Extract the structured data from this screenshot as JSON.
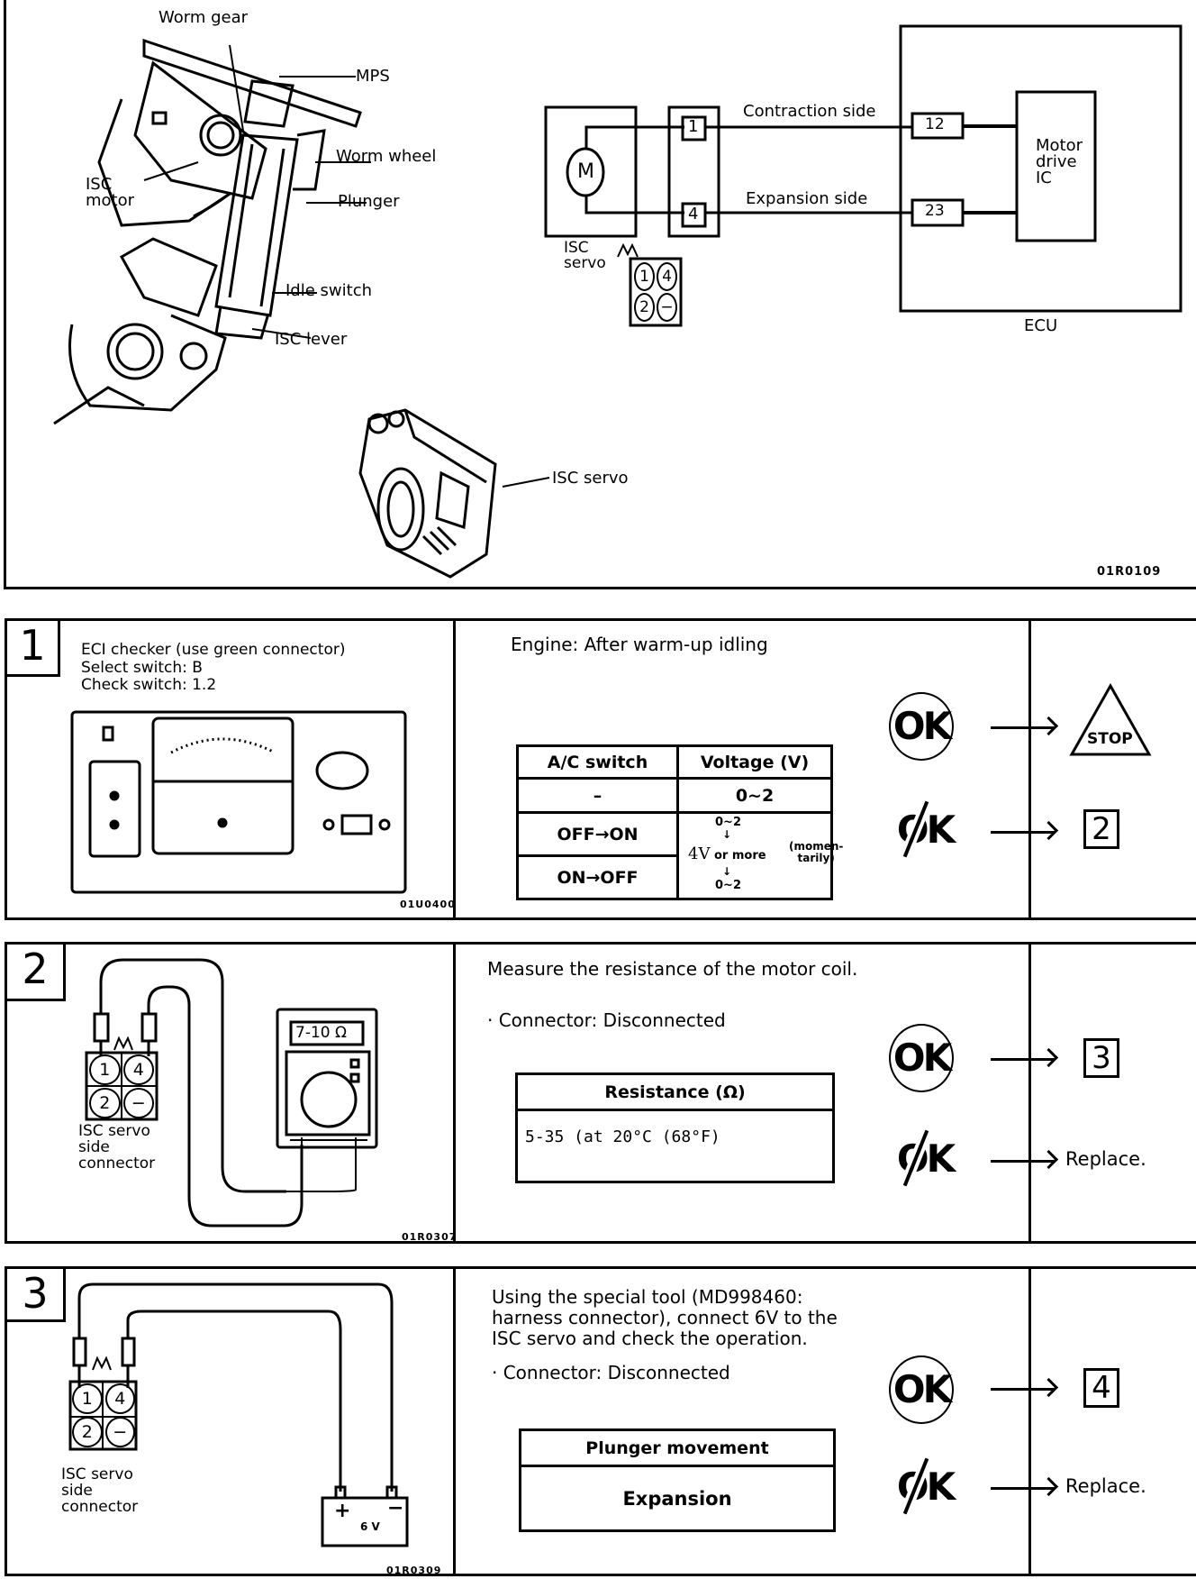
{
  "figure": {
    "code": "01R0109",
    "isc_cutaway_labels": {
      "worm_gear": "Worm gear",
      "mps": "MPS",
      "worm_wheel": "Worm wheel",
      "isc_motor": "ISC\nmotor",
      "plunger": "Plunger",
      "idle_switch": "Idle switch",
      "isc_lever": "ISC lever"
    },
    "isc_servo_label": "ISC servo",
    "circuit": {
      "motor_symbol": "M",
      "servo_label": "ISC\nservo",
      "terminal_1": "1",
      "terminal_4": "4",
      "contraction_label": "Contraction side",
      "expansion_label": "Expansion side",
      "ecu_terminal_12": "12",
      "ecu_terminal_23": "23",
      "ic_label": "Motor\ndrive\nIC",
      "ecu_label": "ECU",
      "connector_mark": "M",
      "connector_pins": [
        "1",
        "4",
        "2",
        "−"
      ]
    }
  },
  "steps": [
    {
      "number": "1",
      "setup_lines": [
        "ECI checker (use green connector)",
        "Select switch: B",
        "Check switch: 1.2"
      ],
      "image_code": "01U0400",
      "condition": "Engine: After warm-up idling",
      "table": {
        "headers": [
          "A/C switch",
          "Voltage (V)"
        ],
        "rows": [
          [
            "–",
            "0~2"
          ],
          [
            "OFF→ON",
            ""
          ],
          [
            "ON→OFF",
            ""
          ]
        ],
        "voltage_transition": {
          "start": "0~2",
          "peak": "4V",
          "peak_suffix": "or more",
          "note": "(momen-\ntarily)",
          "end": "0~2"
        }
      },
      "ok_symbol": "OK",
      "ng_symbol": "OK",
      "ok_result": {
        "type": "stop",
        "label": "STOP"
      },
      "ng_result": {
        "type": "step",
        "label": "2"
      }
    },
    {
      "number": "2",
      "meter_display": "7-10 Ω",
      "connector_label": "ISC servo\nside\nconnector",
      "connector_mark": "M",
      "connector_pins": [
        "1",
        "4",
        "2",
        "−"
      ],
      "image_code": "01R0307",
      "instruction": "Measure the resistance of the motor coil.",
      "bullet": "· Connector: Disconnected",
      "table": {
        "headers": [
          "Resistance (Ω)"
        ],
        "rows": [
          [
            "5-35 (at 20°C (68°F)"
          ]
        ]
      },
      "ok_symbol": "OK",
      "ng_symbol": "OK",
      "ok_result": {
        "type": "step",
        "label": "3"
      },
      "ng_result": {
        "type": "text",
        "label": "Replace."
      }
    },
    {
      "number": "3",
      "battery_label": "6 V",
      "battery_plus": "+",
      "battery_minus": "−",
      "connector_label": "ISC servo\nside\nconnector",
      "connector_mark": "M",
      "connector_pins": [
        "1",
        "4",
        "2",
        "−"
      ],
      "image_code": "01R0309",
      "instruction": "Using the special tool (MD998460: harness connector), connect 6V to the ISC servo and check the operation.",
      "bullet": "· Connector: Disconnected",
      "table": {
        "headers": [
          "Plunger movement"
        ],
        "rows": [
          [
            "Expansion"
          ]
        ]
      },
      "ok_symbol": "OK",
      "ng_symbol": "OK",
      "ok_result": {
        "type": "step",
        "label": "4"
      },
      "ng_result": {
        "type": "text",
        "label": "Replace."
      }
    }
  ]
}
